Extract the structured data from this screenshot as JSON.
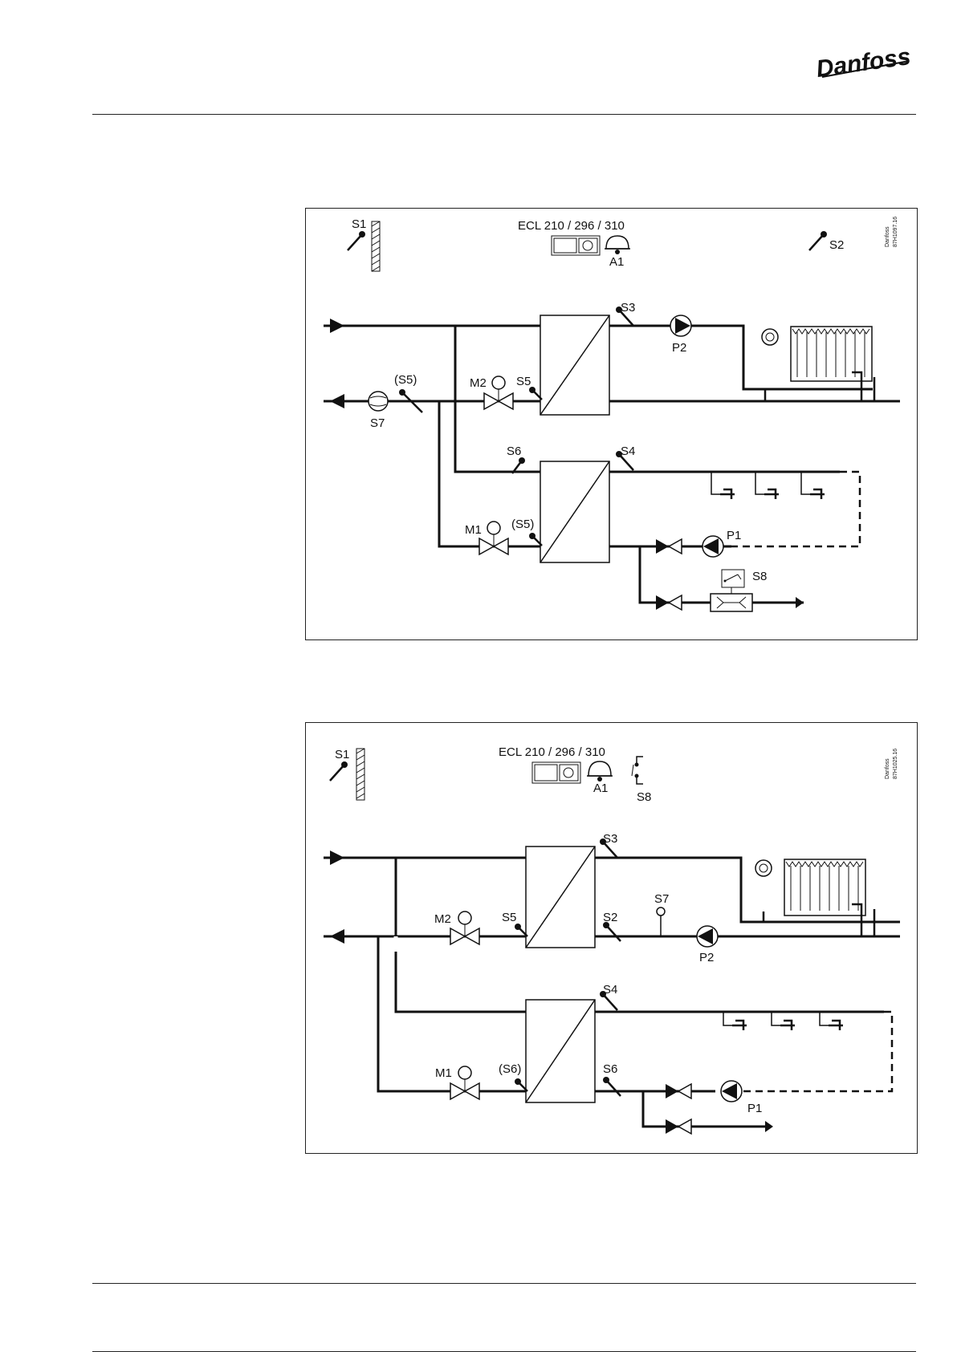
{
  "header": {
    "brand": "Danfoss"
  },
  "diagram1": {
    "code_brand": "Danfoss",
    "code": "87H1097.16",
    "controller": "ECL 210 / 296 / 310",
    "labels": {
      "S1": "S1",
      "S2": "S2",
      "A1": "A1",
      "S3": "S3",
      "P2": "P2",
      "S5_paren": "(S5)",
      "S7": "S7",
      "M2": "M2",
      "S5": "S5",
      "S6": "S6",
      "S4": "S4",
      "M1": "M1",
      "S5_paren2": "(S5)",
      "P1": "P1",
      "S8": "S8"
    }
  },
  "diagram2": {
    "code_brand": "Danfoss",
    "code": "87H1025.16",
    "controller": "ECL 210 / 296 / 310",
    "labels": {
      "S1": "S1",
      "A1": "A1",
      "S8": "S8",
      "S3": "S3",
      "M2": "M2",
      "S5": "S5",
      "S2": "S2",
      "S7": "S7",
      "P2": "P2",
      "S4": "S4",
      "M1": "M1",
      "S6_paren": "(S6)",
      "S6": "S6",
      "P1": "P1"
    }
  }
}
